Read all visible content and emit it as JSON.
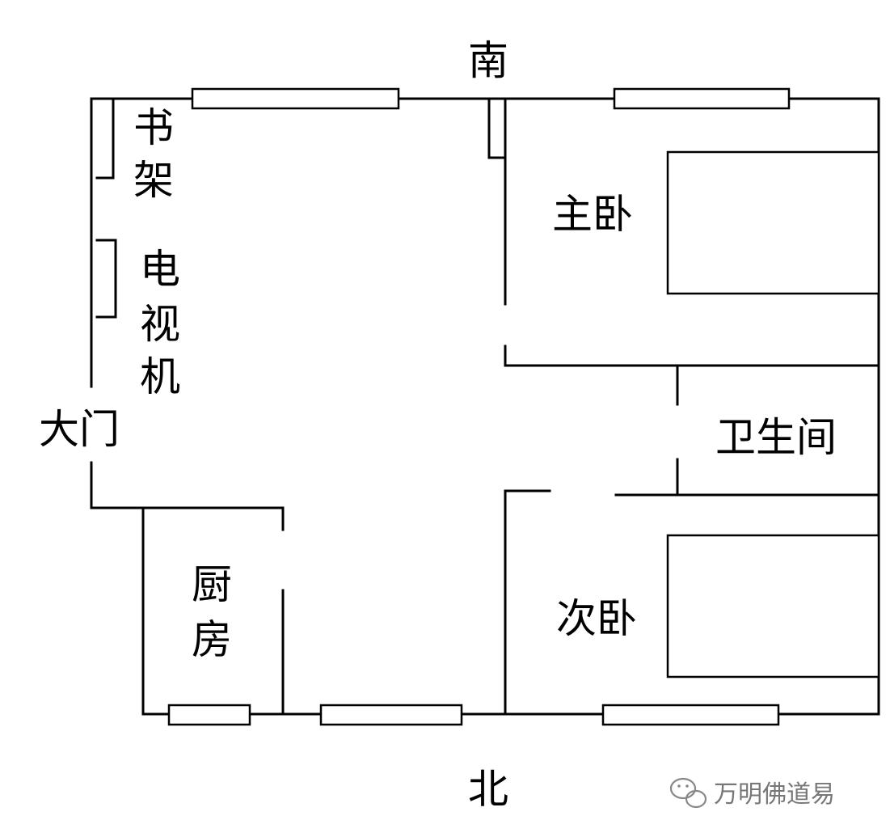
{
  "compass": {
    "south": "南",
    "north": "北"
  },
  "rooms": {
    "bookshelf": [
      "书",
      "架"
    ],
    "tv": [
      "电",
      "视",
      "机"
    ],
    "entrance": "大门",
    "master_bedroom": "主卧",
    "bathroom": "卫生间",
    "kitchen": [
      "厨",
      "房"
    ],
    "second_bedroom": "次卧"
  },
  "watermark": {
    "text": "万明佛道易",
    "icon": "wechat-icon"
  }
}
